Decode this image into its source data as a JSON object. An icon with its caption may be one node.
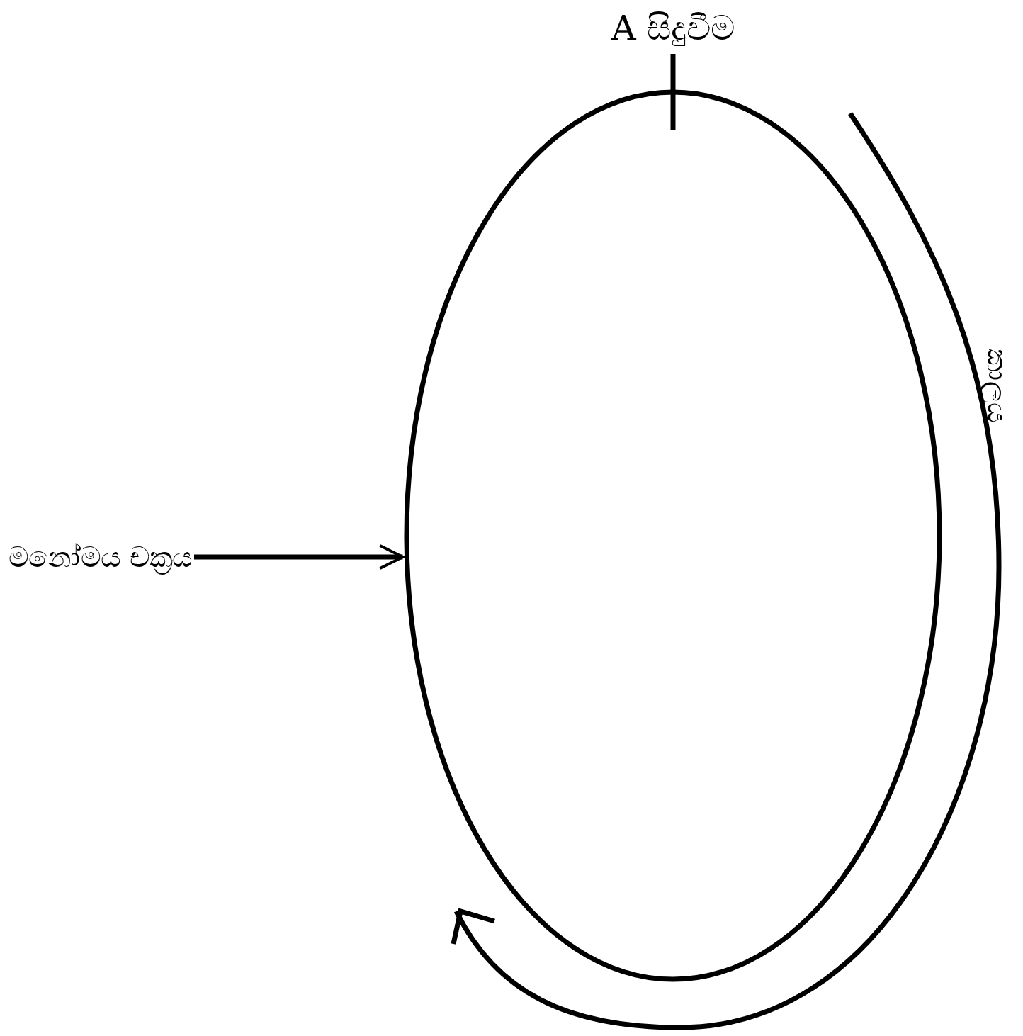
{
  "diagram": {
    "nodes": [
      {
        "text": [],
        "shape": "circle"
      },
      {
        "text": [
          "මනෝමය චක්‍රය"
        ]
      }
    ],
    "edges": [
      {
        "from": 1,
        "to": 0,
        "arrow": "to"
      }
    ],
    "labels": [
      "A සිදුවීම",
      "කාලය"
    ]
  }
}
